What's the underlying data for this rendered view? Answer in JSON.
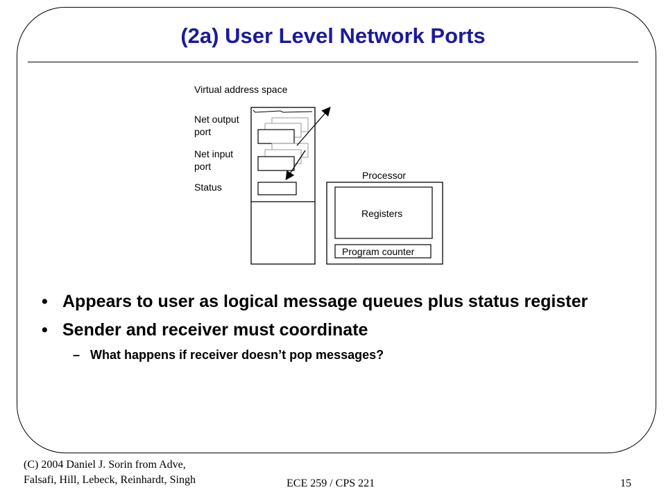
{
  "slide": {
    "title": "(2a) User Level Network Ports"
  },
  "diagram": {
    "virtual_address_space_label": "Virtual address space",
    "net_output_port_line1": "Net output",
    "net_output_port_line2": "port",
    "net_input_port_line1": "Net input",
    "net_input_port_line2": "port",
    "status_label": "Status",
    "processor_label": "Processor",
    "registers_label": "Registers",
    "program_counter_label": "Program counter"
  },
  "bullets": [
    {
      "text": "Appears to user as logical message queues plus status register"
    },
    {
      "text": "Sender and receiver must coordinate"
    }
  ],
  "sub_bullets": [
    {
      "text": "What happens if receiver doesn’t pop messages?"
    }
  ],
  "bullet_marker": "•",
  "sub_marker": "–",
  "footer": {
    "left_line1": "(C) 2004 Daniel J. Sorin from Adve,",
    "left_line2": "Falsafi, Hill, Lebeck, Reinhardt, Singh",
    "center": "ECE 259 / CPS 221",
    "page_number": "15"
  },
  "colors": {
    "title": "#1a1a9e",
    "text": "#000000",
    "background": "#ffffff"
  }
}
